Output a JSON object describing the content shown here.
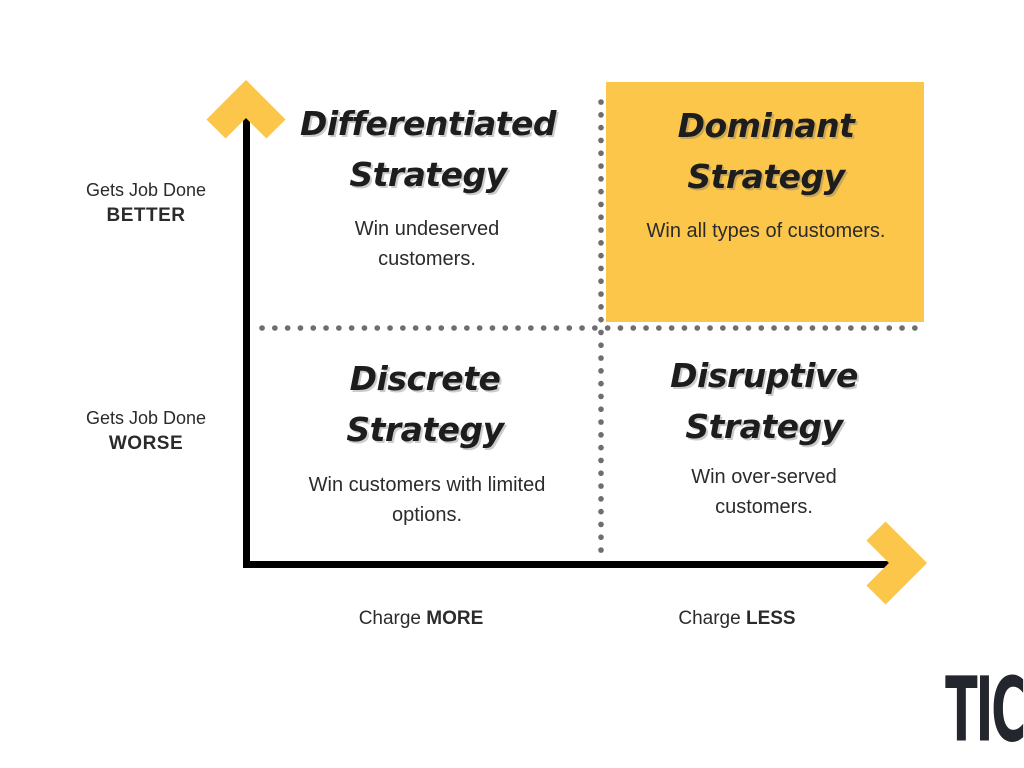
{
  "palette": {
    "accent_yellow": "#FCC64A",
    "axis_black": "#000000",
    "dot_gray": "#6E6E6E",
    "text_dark": "#1D1D1D",
    "logo_dark": "#23262C",
    "background": "#FFFFFF"
  },
  "y_axis": {
    "top_label": {
      "line1": "Gets Job Done",
      "line2": "BETTER"
    },
    "bottom_label": {
      "line1": "Gets Job Done",
      "line2": "WORSE"
    }
  },
  "x_axis": {
    "left_label": {
      "prefix": "Charge",
      "emphasis": "MORE"
    },
    "right_label": {
      "prefix": "Charge",
      "emphasis": "LESS"
    }
  },
  "quadrants": {
    "top_left": {
      "title_line1": "Differentiated",
      "title_line2": "Strategy",
      "description": "Win undeserved customers.",
      "highlighted": false
    },
    "top_right": {
      "title_line1": "Dominant",
      "title_line2": "Strategy",
      "description": "Win all types of customers.",
      "highlighted": true
    },
    "bottom_left": {
      "title_line1": "Discrete",
      "title_line2": "Strategy",
      "description": "Win customers with limited options.",
      "highlighted": false
    },
    "bottom_right": {
      "title_line1": "Disruptive",
      "title_line2": "Strategy",
      "description": "Win over-served customers.",
      "highlighted": false
    }
  },
  "logo": {
    "text": "TIC"
  }
}
